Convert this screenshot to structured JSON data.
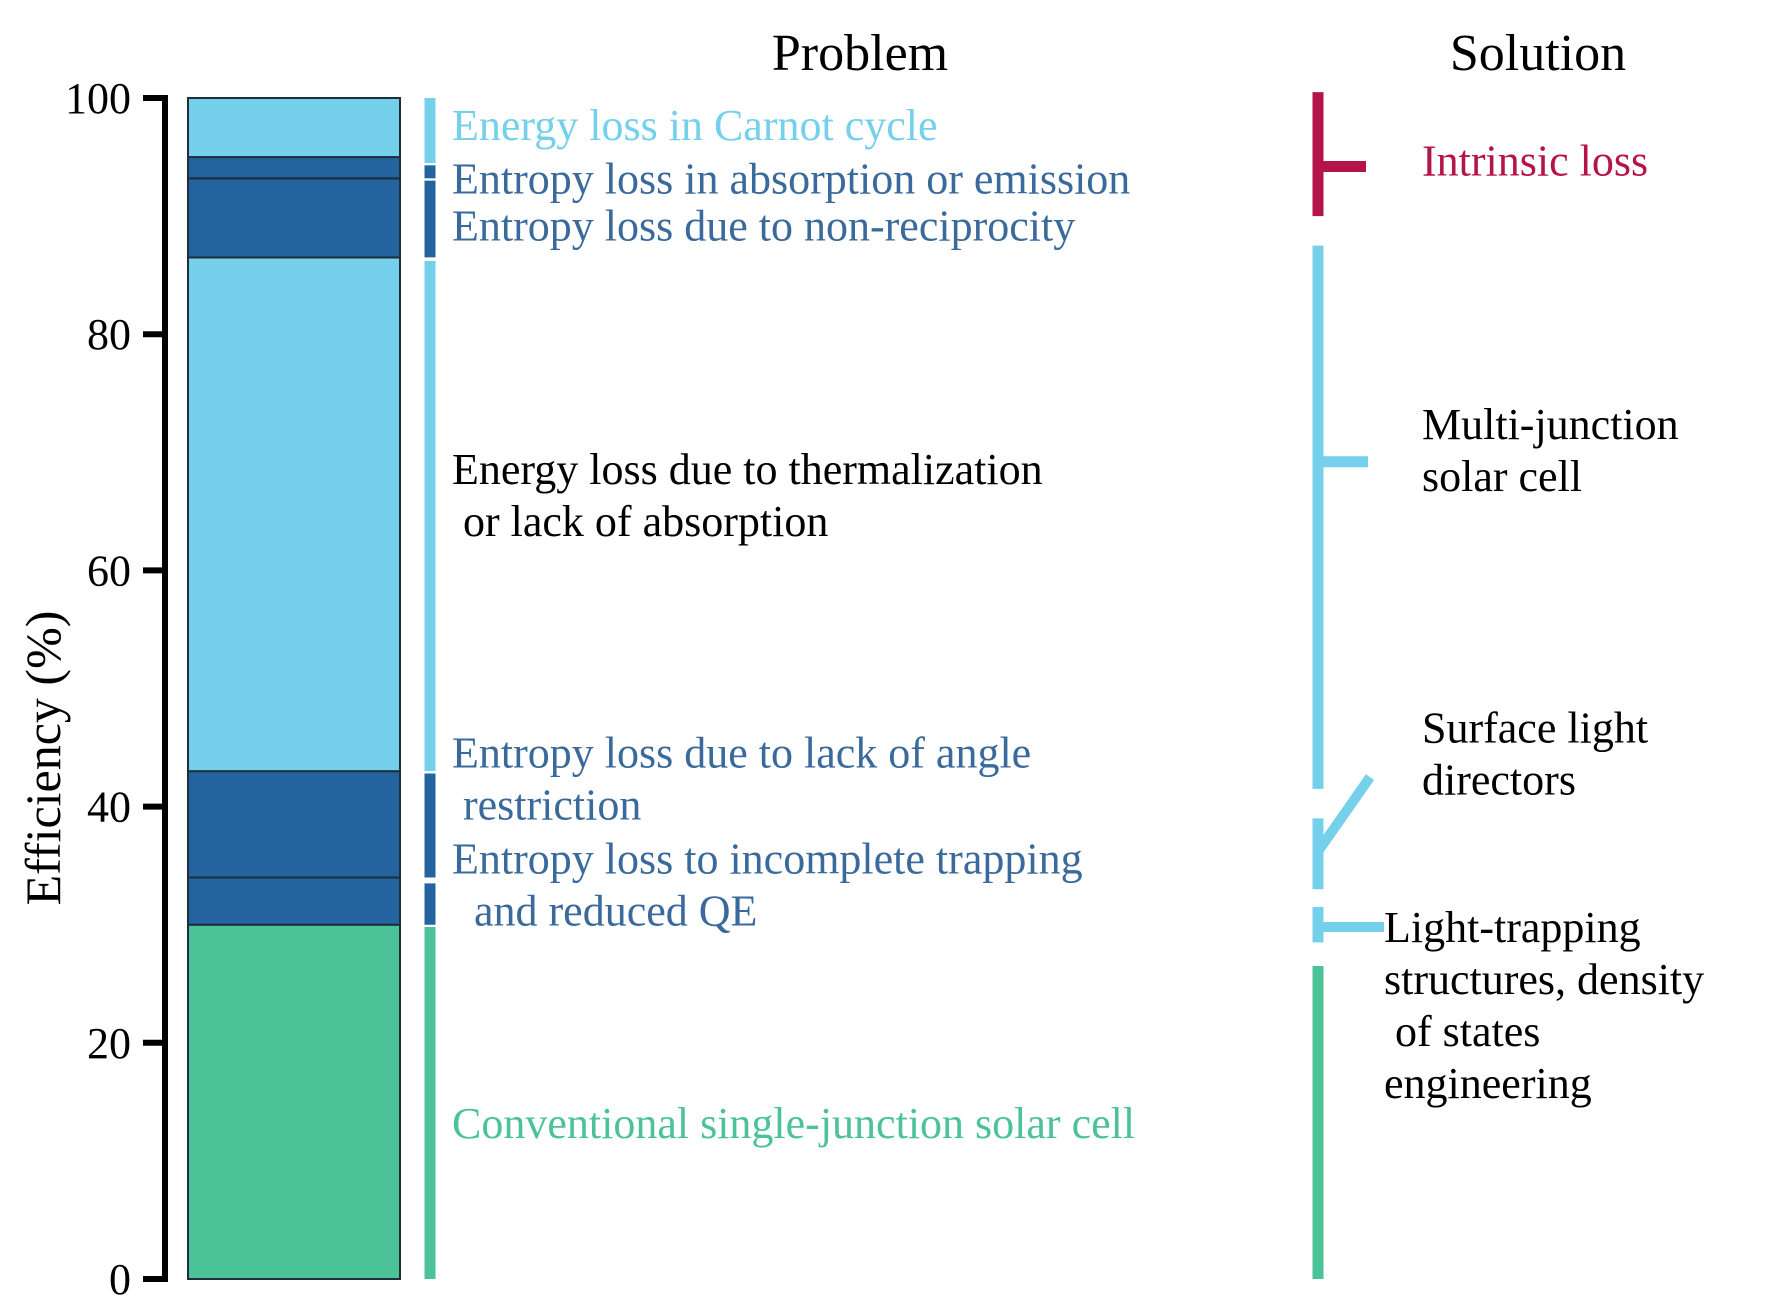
{
  "headers": {
    "problem": "Problem",
    "solution": "Solution"
  },
  "colors": {
    "light_blue": "#74d0eb",
    "dark_blue": "#2363a0",
    "green": "#4cc298",
    "crimson": "#b5144a",
    "problem_dark_text": "#3a6a9c",
    "black": "#000000"
  },
  "chart_data": {
    "type": "bar",
    "subtype": "stacked",
    "ylabel": "Efficiency (%)",
    "ylim": [
      0,
      100
    ],
    "yticks": [
      0,
      20,
      40,
      60,
      80,
      100
    ],
    "segments": [
      {
        "name": "Conventional single-junction solar cell",
        "from": 0,
        "to": 30,
        "color": "green"
      },
      {
        "name": "Entropy loss to incomplete trapping and reduced QE",
        "from": 30,
        "to": 34,
        "color": "dark_blue"
      },
      {
        "name": "Entropy loss due to lack of angle restriction",
        "from": 34,
        "to": 43,
        "color": "dark_blue"
      },
      {
        "name": "Energy loss due to thermalization or lack of absorption",
        "from": 43,
        "to": 86.5,
        "color": "light_blue"
      },
      {
        "name": "Entropy loss due to non-reciprocity",
        "from": 86.5,
        "to": 93.2,
        "color": "dark_blue"
      },
      {
        "name": "Entropy loss in absorption or emission",
        "from": 93.2,
        "to": 95,
        "color": "dark_blue"
      },
      {
        "name": "Energy loss in Carnot cycle",
        "from": 95,
        "to": 100,
        "color": "light_blue"
      }
    ]
  },
  "problems": [
    {
      "lines": [
        "Energy loss in Carnot cycle"
      ],
      "color": "light_blue",
      "bracket": [
        94.5,
        100
      ],
      "bracket_color": "light_blue",
      "text_at": 97.7
    },
    {
      "lines": [
        "Entropy loss in absorption or emission"
      ],
      "color": "problem_dark_text",
      "bracket": [
        93.2,
        94.3
      ],
      "bracket_color": "dark_blue",
      "text_at": 93.2
    },
    {
      "lines": [
        "Entropy loss due to non-reciprocity"
      ],
      "color": "problem_dark_text",
      "bracket": [
        86.5,
        93
      ],
      "bracket_color": "dark_blue",
      "text_at": 89.2
    },
    {
      "lines": [
        "Energy loss due to thermalization",
        " or lack of absorption"
      ],
      "color": "black",
      "bracket": [
        43,
        86.2
      ],
      "bracket_color": "light_blue",
      "text_at": 66.4
    },
    {
      "lines": [
        "Entropy loss due to lack of angle",
        " restriction"
      ],
      "color": "problem_dark_text",
      "bracket": [
        34,
        42.8
      ],
      "bracket_color": "dark_blue",
      "text_at": 42.4
    },
    {
      "lines": [
        "Entropy loss to incomplete trapping",
        "  and reduced QE"
      ],
      "color": "problem_dark_text",
      "bracket": [
        30,
        33.5
      ],
      "bracket_color": "dark_blue",
      "text_at": 33.4
    },
    {
      "lines": [
        "Conventional single-junction solar cell"
      ],
      "color": "green",
      "bracket": [
        0,
        29.8
      ],
      "bracket_color": "green",
      "text_at": 13.2
    }
  ],
  "solutions": [
    {
      "lines": [
        "Intrinsic loss"
      ],
      "color": "crimson",
      "bracket": [
        90,
        100.5
      ],
      "text_at": 94.7
    },
    {
      "lines": [
        "Multi-junction",
        "solar cell"
      ],
      "color": "black",
      "bracket": [
        41.5,
        87.5
      ],
      "text_at": 70.2
    },
    {
      "lines": [
        "Surface light",
        "directors"
      ],
      "color": "black",
      "bracket": [
        33,
        39
      ],
      "text_at": 44.5
    },
    {
      "lines": [
        "Light-trapping",
        "structures, density",
        " of states",
        "engineering"
      ],
      "color": "black",
      "bracket": [
        28.5,
        31.5
      ],
      "text_at": 29.8
    },
    {
      "lines": [],
      "color": "green",
      "bracket": [
        0,
        26.5
      ]
    }
  ]
}
